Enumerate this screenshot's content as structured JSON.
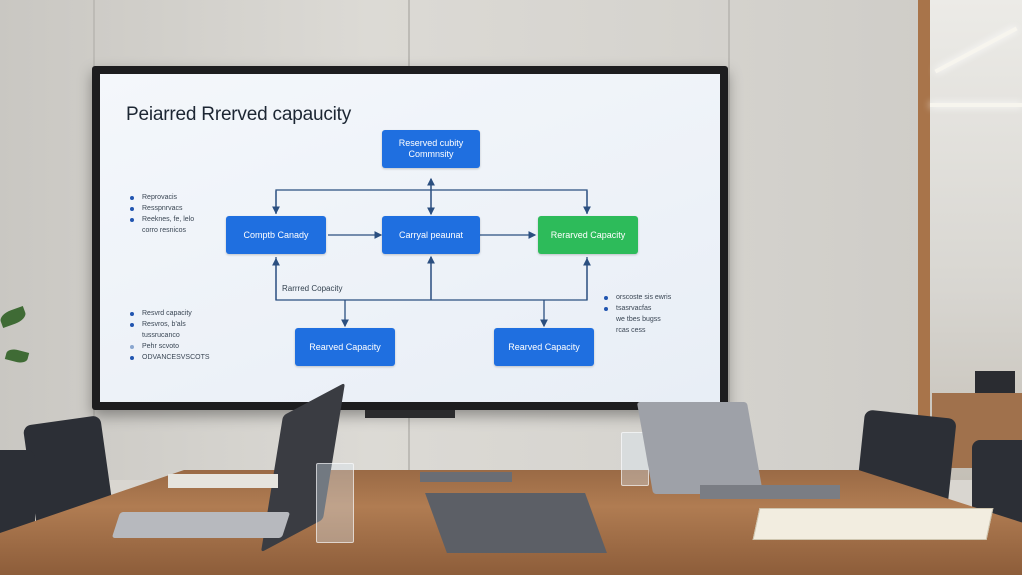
{
  "slide": {
    "title": "Peiarred Rrerved capaucity",
    "boxes": {
      "top": "Reserved cubity\nCommnsity",
      "left": "Comptb Canady",
      "center": "Carryal peaunat",
      "right": "Rerarved Capacity",
      "bottom_left": "Rearved Capacity",
      "bottom_right": "Rearved Capacity"
    },
    "connector_label": "Rarrred Copacity",
    "bullets_top_left": [
      "Reprovacis",
      "Resspnrvacs",
      "Reeknes, fe, lelo",
      "corro resnicos"
    ],
    "bullets_bottom_left": [
      "Resvrd capacity",
      "Resvros, b'als",
      "tussrucanco",
      "Pehr scvoto",
      "ODVANCESVSCOTS"
    ],
    "bullets_right": [
      "orscoste sis ewris",
      "tsasrvacfas",
      "we tbes bugss",
      "rcas cess"
    ]
  },
  "colors": {
    "box_blue": "#1f6fe0",
    "box_green": "#2dbb5a",
    "screen_bg": "#f0f4fa",
    "table_wood": "#a8744a"
  }
}
